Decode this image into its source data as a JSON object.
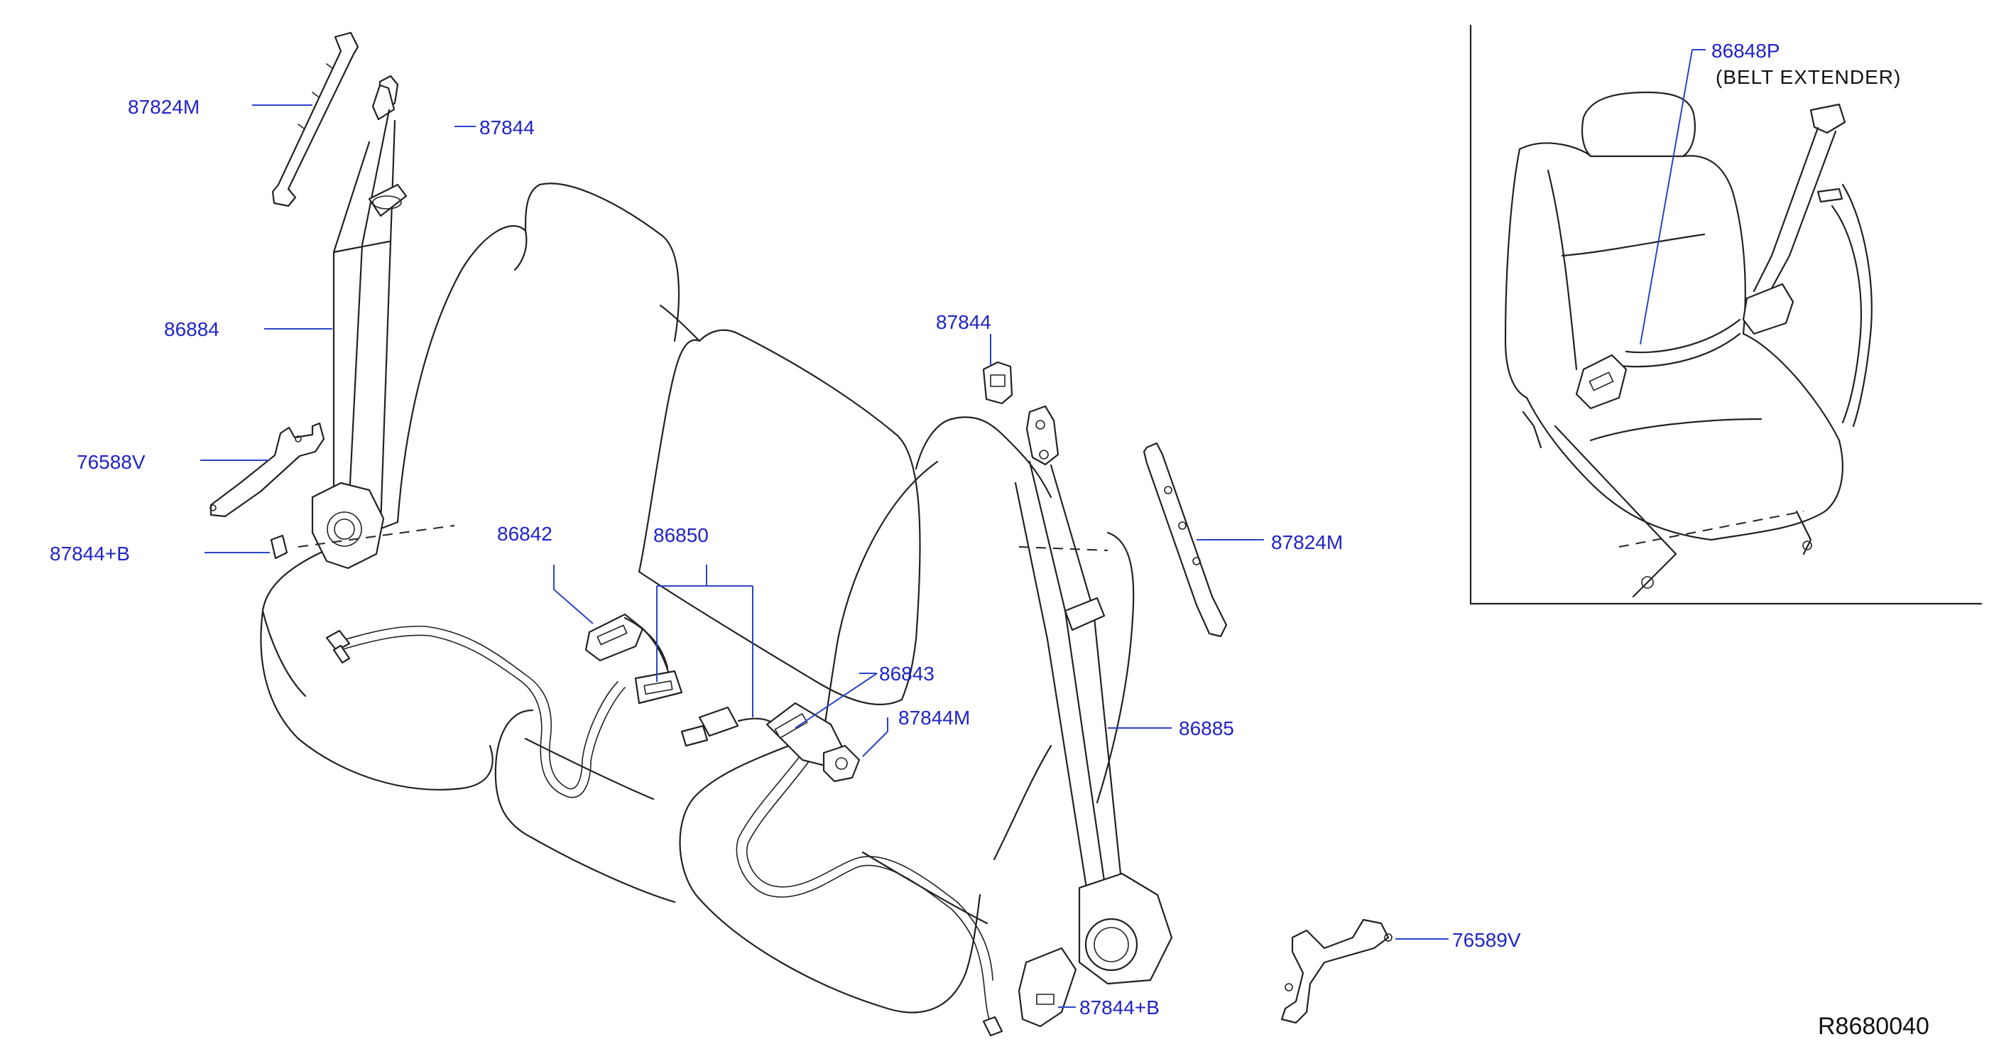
{
  "diagram_code": "R8680040",
  "colors": {
    "callout_text": "#1f24c8",
    "leader_line": "#2a44c8",
    "drawing_line": "#222222",
    "background": "#ffffff"
  },
  "callouts": {
    "p87824m_left": "87824M",
    "p87844_top": "87844",
    "p86884": "86884",
    "p76588v": "76588V",
    "p87844b_left": "87844+B",
    "p86842": "86842",
    "p86850": "86850",
    "p87844_mid": "87844",
    "p87824m_right": "87824M",
    "p86843": "86843",
    "p87844m": "87844M",
    "p86885": "86885",
    "p76589v": "76589V",
    "p87844b_bottom": "87844+B"
  },
  "inset": {
    "part_number": "86848P",
    "part_name": "(BELT   EXTENDER)"
  }
}
